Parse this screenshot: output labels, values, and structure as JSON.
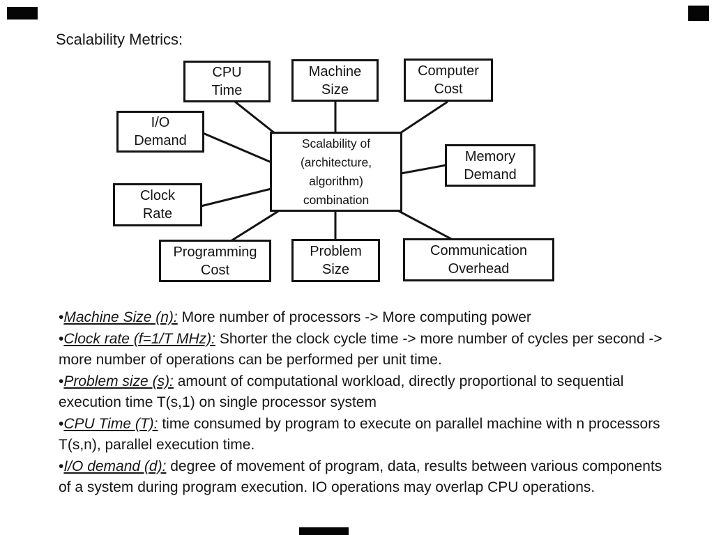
{
  "title": "Scalability Metrics:",
  "diagram": {
    "center": {
      "label": "Scalability of\n(architecture,\nalgorithm)\ncombination"
    },
    "nodes": [
      {
        "id": "cpu-time",
        "label": "CPU\nTime"
      },
      {
        "id": "machine-size",
        "label": "Machine\nSize"
      },
      {
        "id": "computer-cost",
        "label": "Computer\nCost"
      },
      {
        "id": "io-demand",
        "label": "I/O\nDemand"
      },
      {
        "id": "memory-demand",
        "label": "Memory\nDemand"
      },
      {
        "id": "clock-rate",
        "label": "Clock\nRate"
      },
      {
        "id": "programming-cost",
        "label": "Programming\nCost"
      },
      {
        "id": "problem-size",
        "label": "Problem\nSize"
      },
      {
        "id": "communication-overhead",
        "label": "Communication\nOverhead"
      }
    ]
  },
  "marker": "•",
  "bullets": [
    {
      "term": "Machine Size (n):",
      "text": " More number of processors -> More computing power"
    },
    {
      "term": "Clock rate (f=1/T MHz):",
      "text": " Shorter the clock cycle time -> more number of cycles per second -> more number of operations can be performed per unit time."
    },
    {
      "term": "Problem size (s):",
      "text": " amount of computational workload, directly proportional to sequential execution time T(s,1) on single processor system"
    },
    {
      "term": "CPU Time (T):",
      "text": " time consumed by program to execute on parallel machine with n processors T(s,n), parallel execution time."
    },
    {
      "term": "I/O demand (d):",
      "text": " degree of movement of program, data, results between various components of a system during program execution. IO operations may overlap CPU operations."
    }
  ],
  "colors": {
    "background": "#ffffff",
    "ink": "#141414"
  }
}
